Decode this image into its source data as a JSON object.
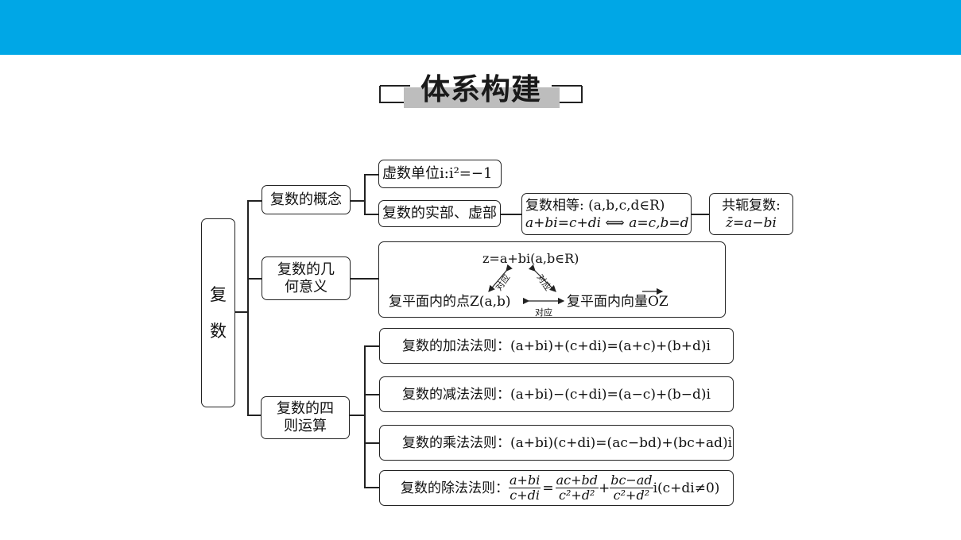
{
  "title": "体系构建",
  "root": {
    "chars": [
      "复",
      "数"
    ]
  },
  "branches": {
    "concept": {
      "label": "复数的概念",
      "unit": "虚数单位i:i²=−1",
      "parts": "复数的实部、虚部",
      "equal_line1": "复数相等: (a,b,c,d∈R)",
      "equal_line2": "a+bi=c+di ⟺ a=c,b=d",
      "conj_line1": "共轭复数:",
      "conj_line2": "z̄=a−bi"
    },
    "geometry": {
      "label_line1": "复数的几",
      "label_line2": "何意义",
      "z_def": "z=a+bi(a,b∈R)",
      "point": "复平面内的点Z(a,b)",
      "vector": "复平面内向量OZ",
      "correspond": "对应"
    },
    "operations": {
      "label_line1": "复数的四",
      "label_line2": "则运算",
      "add": "复数的加法法则：(a+bi)+(c+di)=(a+c)+(b+d)i",
      "sub": "复数的减法法则：(a+bi)−(c+di)=(a−c)+(b−d)i",
      "mul": "复数的乘法法则：(a+bi)(c+di)=(ac−bd)+(bc+ad)i",
      "div_label": "复数的除法法则：",
      "div_frac1_num": "a+bi",
      "div_frac1_den": "c+di",
      "div_frac2_num": "ac+bd",
      "div_frac2_den": "c²+d²",
      "div_frac3_num": "bc−ad",
      "div_frac3_den": "c²+d²",
      "div_tail": "i(c+di≠0)"
    }
  }
}
